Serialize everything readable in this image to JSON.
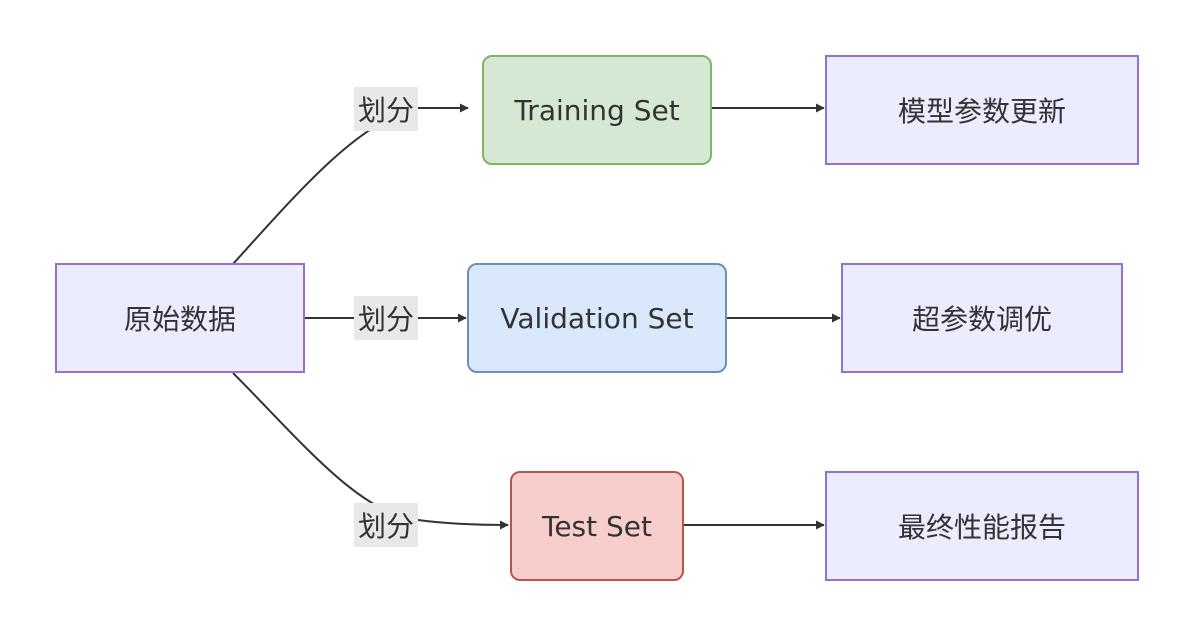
{
  "nodes": {
    "raw_data": "原始数据",
    "training_set": "Training Set",
    "validation_set": "Validation Set",
    "test_set": "Test Set",
    "param_update": "模型参数更新",
    "hyperparam_tuning": "超参数调优",
    "final_report": "最终性能报告"
  },
  "edge_labels": {
    "to_training": "划分",
    "to_validation": "划分",
    "to_test": "划分"
  },
  "colors": {
    "default_fill": "#ececff",
    "default_stroke": "#9370db",
    "training_fill": "#d5e8d4",
    "training_stroke": "#82b366",
    "validation_fill": "#dae8fc",
    "validation_stroke": "#6c8ebf",
    "test_fill": "#f8cecc",
    "test_stroke": "#b85450",
    "edge": "#333333",
    "edge_label_bg": "#e8e8e8"
  }
}
